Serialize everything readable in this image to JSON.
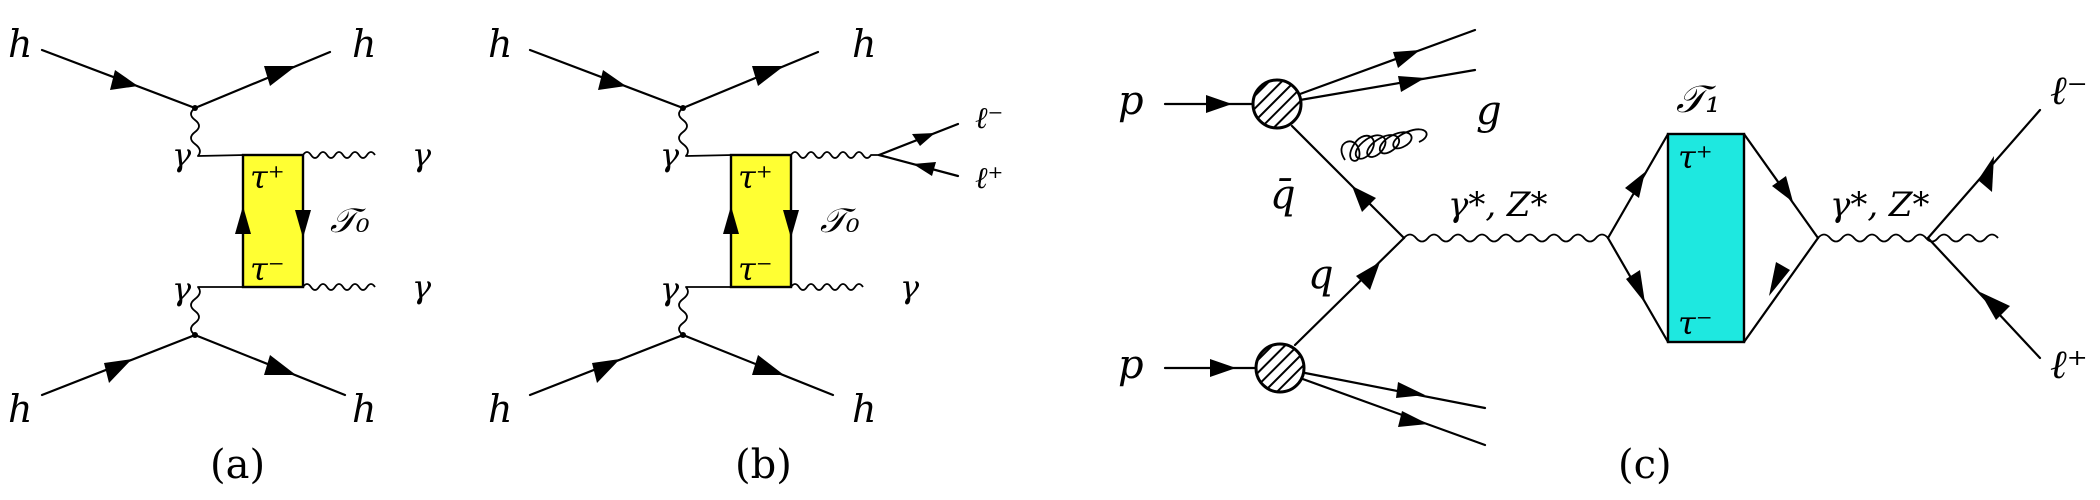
{
  "colors": {
    "tau0_fill": "#ffff33",
    "tau1_fill": "#1ee8e0",
    "line": "#000000"
  },
  "diagram_a": {
    "caption": "(a)",
    "hadron_in_top": "h",
    "hadron_out_top": "h",
    "hadron_in_bottom": "h",
    "hadron_out_bottom": "h",
    "photon_top": "γ",
    "photon_bottom": "γ",
    "photon_out_top": "γ",
    "photon_out_bottom": "γ",
    "tau_plus": "τ⁺",
    "tau_minus": "τ⁻",
    "bound_state": "𝒯₀"
  },
  "diagram_b": {
    "caption": "(b)",
    "hadron_in_top": "h",
    "hadron_out_top": "h",
    "hadron_in_bottom": "h",
    "hadron_out_bottom": "h",
    "photon_top": "γ",
    "photon_bottom": "γ",
    "photon_out_bottom": "γ",
    "lepton_minus": "ℓ⁻",
    "lepton_plus": "ℓ⁺",
    "tau_plus": "τ⁺",
    "tau_minus": "τ⁻",
    "bound_state": "𝒯₀"
  },
  "diagram_c": {
    "caption": "(c)",
    "proton_top": "p",
    "proton_bottom": "p",
    "gluon": "g",
    "antiquark": "q̄",
    "quark": "q",
    "boson_in": "γ*, Z*",
    "boson_out": "γ*, Z*",
    "bound_state": "𝒯₁",
    "tau_plus": "τ⁺",
    "tau_minus": "τ⁻",
    "lepton_minus": "ℓ⁻",
    "lepton_plus": "ℓ⁺"
  }
}
